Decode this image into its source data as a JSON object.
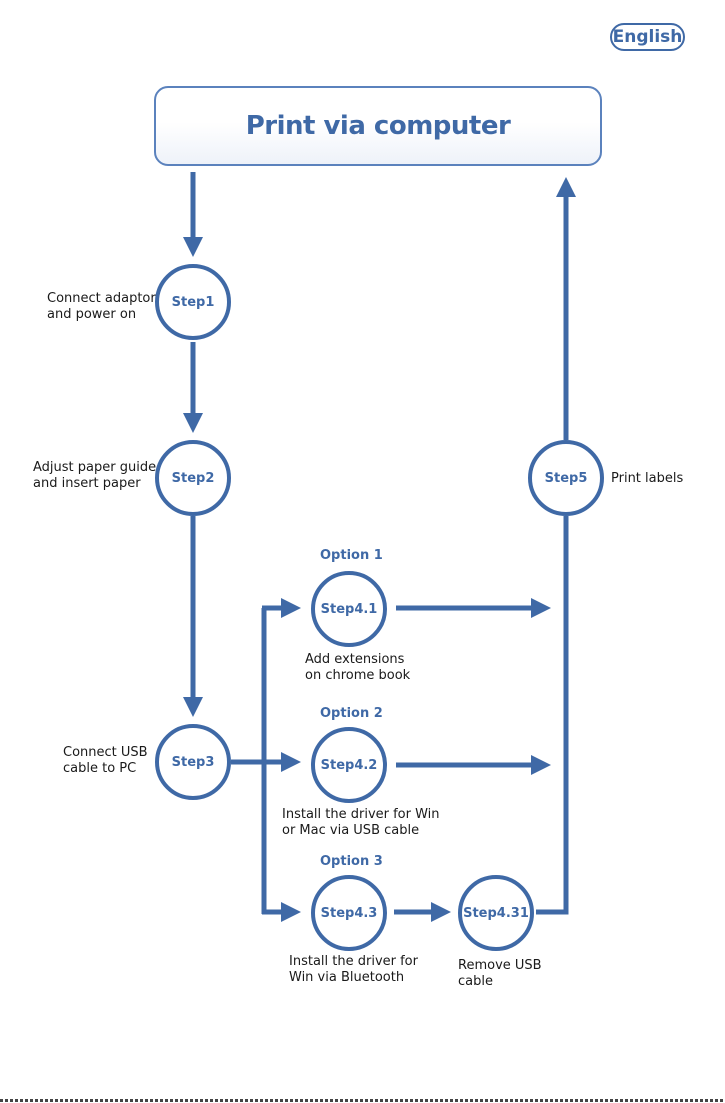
{
  "language_button": "English",
  "title": "Print via computer",
  "nodes": {
    "step1": "Step1",
    "step2": "Step2",
    "step3": "Step3",
    "step4_1": "Step4.1",
    "step4_2": "Step4.2",
    "step4_3": "Step4.3",
    "step4_31": "Step4.31",
    "step5": "Step5"
  },
  "options": {
    "option1": "Option 1",
    "option2": "Option 2",
    "option3": "Option 3"
  },
  "labels": {
    "step1": "Connect adaptor\nand power on",
    "step2": "Adjust paper guide\nand insert paper",
    "step3": "Connect USB\ncable to PC",
    "step4_1": "Add extensions\non chrome book",
    "step4_2": "Install the driver for Win\nor Mac via USB cable",
    "step4_3": "Install the driver for\nWin via Bluetooth",
    "step4_31": "Remove USB\ncable",
    "step5": "Print labels"
  },
  "colors": {
    "accent": "#3f69a6",
    "title_border": "#5b82bd"
  }
}
